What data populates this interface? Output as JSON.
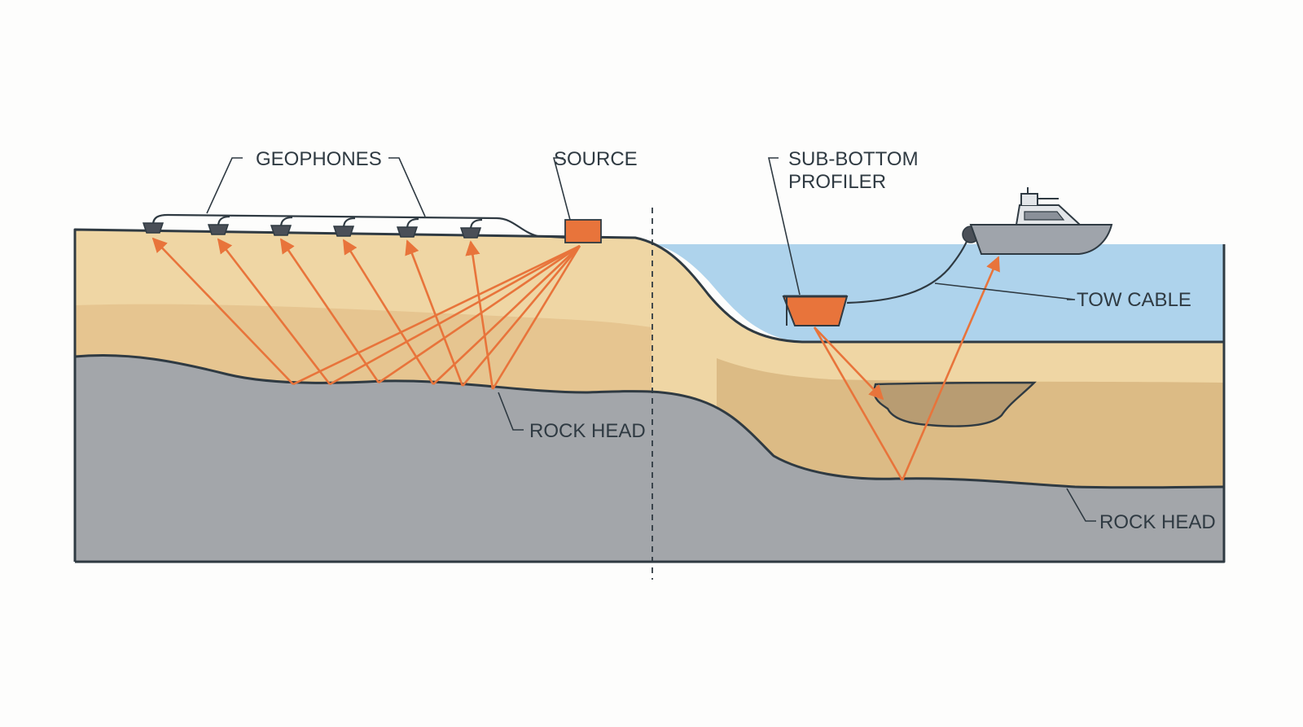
{
  "labels": {
    "geophones": "GEOPHONES",
    "source": "SOURCE",
    "sub_bottom_line1": "SUB-BOTTOM",
    "sub_bottom_line2": "PROFILER",
    "tow_cable": "TOW CABLE",
    "rock_head_left": "ROCK HEAD",
    "rock_head_right": "ROCK HEAD"
  },
  "colors": {
    "sand_top": "#efd6a4",
    "sand_mid": "#e6c590",
    "sand_deep": "#dcbb85",
    "rock": "#a3a6aa",
    "water": "#aed3ec",
    "pocket": "#b89c72",
    "ray": "#e8743b",
    "equipment": "#e8743b",
    "outline": "#2f3a42",
    "geophone": "#4a4f57",
    "boat_hull": "#9fa4ab",
    "boat_cabin": "#e3e6e9"
  },
  "icons": [
    "geophone-icon",
    "source-box-icon",
    "sub-bottom-profiler-icon",
    "boat-icon"
  ]
}
